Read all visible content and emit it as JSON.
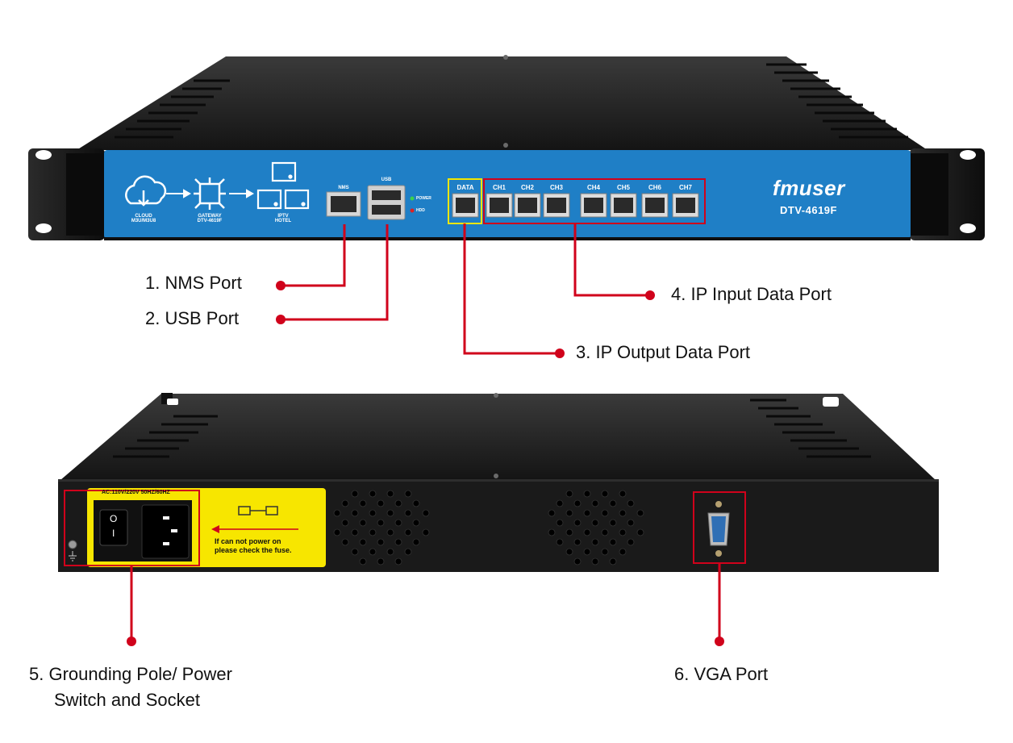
{
  "front_panel": {
    "diagram_labels": {
      "cloud": "CLOUD",
      "cloud_sub": "M3U/M3U8",
      "gateway": "GATEWAY",
      "gateway_sub": "DTV-4619F",
      "iptv": "IPTV",
      "iptv_sub": "HOTEL"
    },
    "nms_label": "NMS",
    "usb_label": "USB",
    "led_power": "POWER",
    "led_hdd": "HDD",
    "data_port_label": "DATA",
    "channel_ports": [
      "CH1",
      "CH2",
      "CH3",
      "CH4",
      "CH5",
      "CH6",
      "CH7"
    ],
    "brand": "fmuser",
    "model": "DTV-4619F"
  },
  "rear_panel": {
    "power_rating": "AC:110V/220V  50HZ/60HZ",
    "switch_on": "O",
    "switch_off": "I",
    "fuse_note_line1": "If can not power on",
    "fuse_note_line2": "please check the fuse."
  },
  "callouts": {
    "nms": "1. NMS Port",
    "usb": "2. USB Port",
    "ip_output": "3. IP Output Data Port",
    "ip_input": "4. IP Input Data Port",
    "power_line1": "5. Grounding Pole/ Power",
    "power_line2": "Switch and Socket",
    "vga": "6. VGA Port"
  },
  "colors": {
    "panel_blue": "#1f7fc6",
    "chassis": "#1b1b1b",
    "callout_red": "#d0021b",
    "data_box": "#f2e600",
    "sticker_yellow": "#f7e600"
  }
}
